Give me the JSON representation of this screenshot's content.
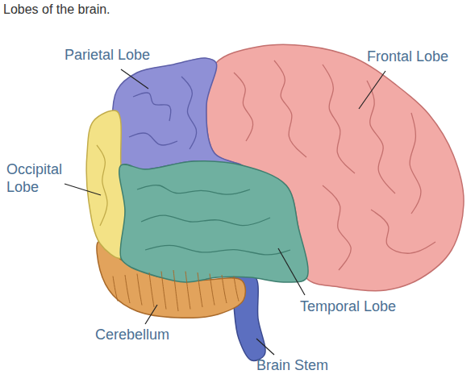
{
  "diagram": {
    "title": "Lobes of the brain.",
    "labels": [
      "Parietal Lobe",
      "Frontal Lobe",
      "Occipital Lobe",
      "Cerebellum",
      "Temporal Lobe",
      "Brain Stem"
    ]
  }
}
